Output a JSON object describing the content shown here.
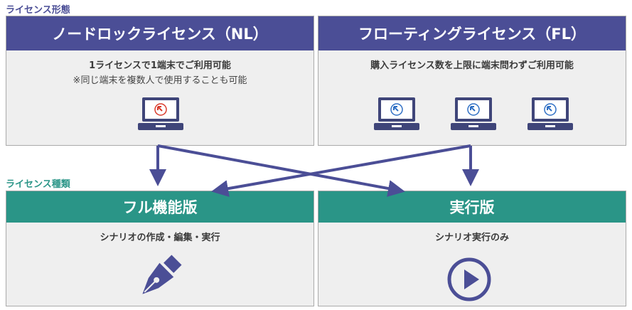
{
  "license_types_label": "ライセンス形態",
  "license_kinds_label": "ライセンス種類",
  "node_lock": {
    "title": "ノードロックライセンス（NL）",
    "line1": "1ライセンスで1端末でご利用可能",
    "line2": "※同じ端末を複数人で使用することも可能"
  },
  "floating": {
    "title": "フローティングライセンス（FL）",
    "line1": "購入ライセンス数を上限に端末問わずご利用可能"
  },
  "full_version": {
    "title": "フル機能版",
    "line1": "シナリオの作成・編集・実行"
  },
  "runtime_version": {
    "title": "実行版",
    "line1": "シナリオ実行のみ"
  },
  "colors": {
    "purple": "#4b4e96",
    "green": "#2a9587",
    "arrow": "#4b4e96",
    "laptop_dark": "#3f4579",
    "icon_blue": "#2f6fc4",
    "icon_red": "#d93a2b"
  }
}
